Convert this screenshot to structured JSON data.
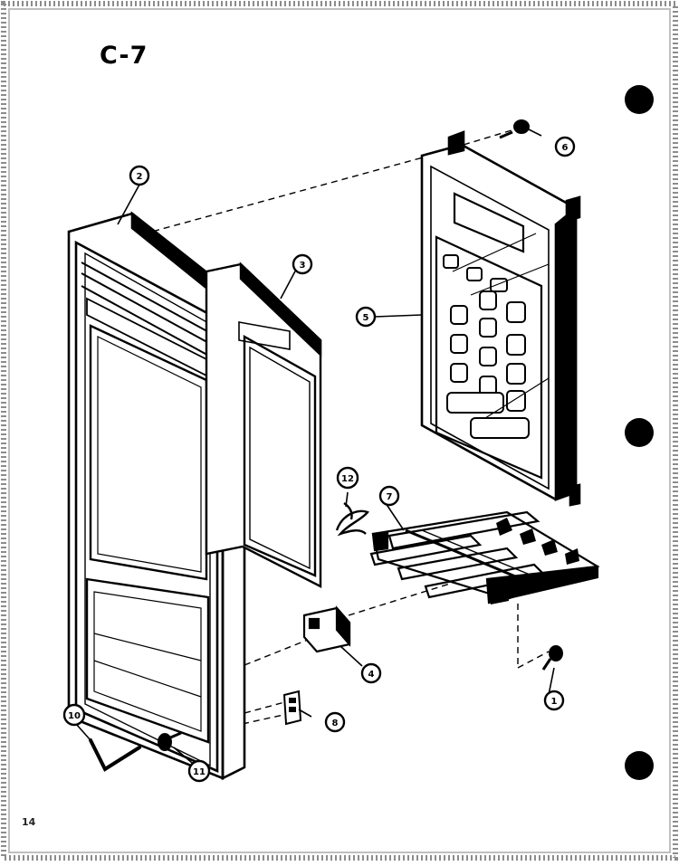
{
  "page": {
    "label": "C-7",
    "footer_number": "14"
  },
  "callouts": [
    "1",
    "2",
    "3",
    "4",
    "5",
    "6",
    "7",
    "8",
    "10",
    "11",
    "12"
  ],
  "colors": {
    "ink": "#000000",
    "paper": "#ffffff"
  }
}
